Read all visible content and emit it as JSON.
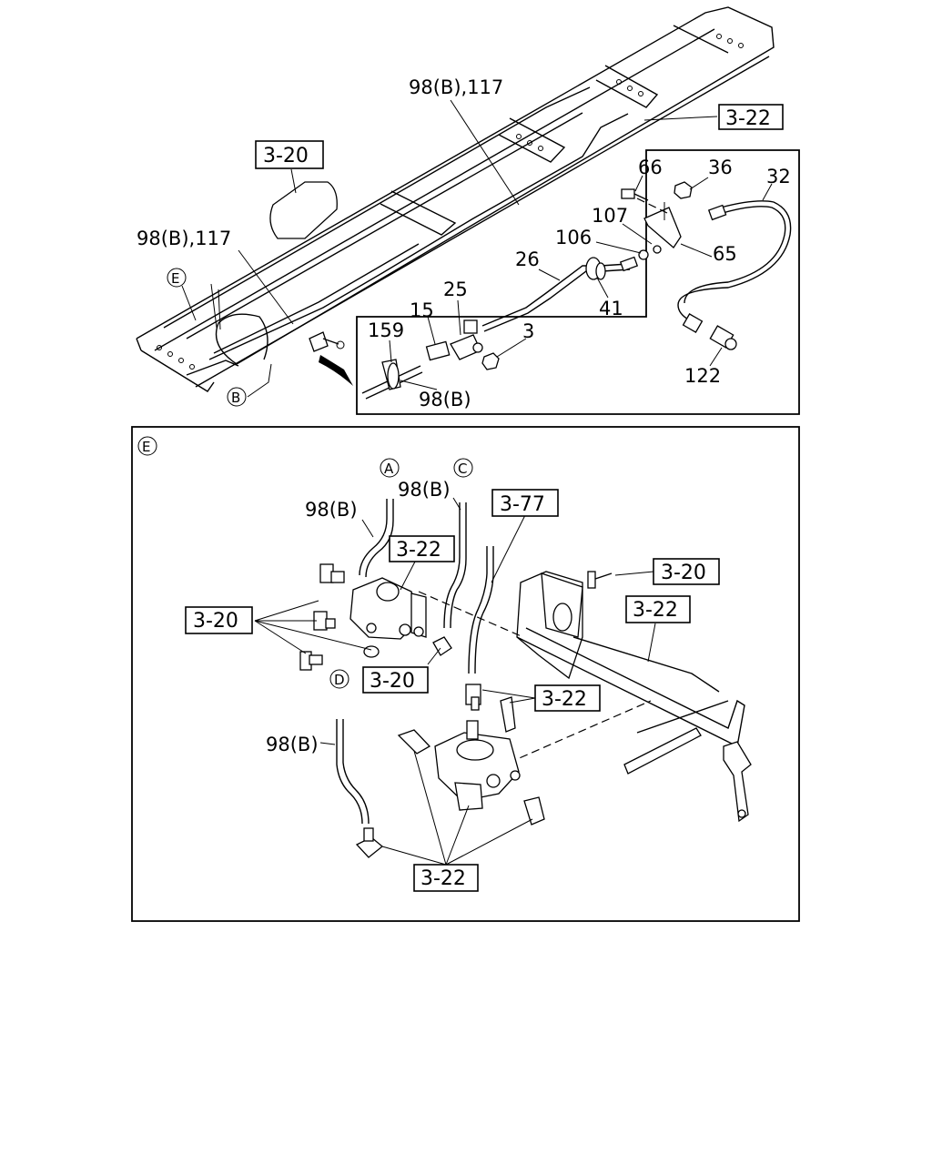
{
  "labels": {
    "top_frame_ref": "98(B),117",
    "left_frame_ref": "98(B),117",
    "ref_3_22_top": "3-22",
    "ref_3_20_top": "3-20",
    "circle_e_small": "E",
    "circle_b": "B",
    "p66": "66",
    "p36": "36",
    "p32": "32",
    "p107": "107",
    "p106": "106",
    "p65": "65",
    "p26": "26",
    "p41": "41",
    "p25": "25",
    "p15": "15",
    "p159": "159",
    "p3": "3",
    "p122": "122",
    "p98b_inset": "98(B)",
    "detail_e": "E",
    "circle_a": "A",
    "circle_c": "C",
    "circle_d": "D",
    "p98b_a": "98(B)",
    "p98b_c": "98(B)",
    "p98b_d": "98(B)",
    "ref_3_77": "3-77",
    "ref_3_22_valve": "3-22",
    "ref_3_20_bolt": "3-20",
    "ref_3_22_bracket": "3-22",
    "ref_3_20_left": "3-20",
    "ref_3_20_mid": "3-20",
    "ref_3_22_fittings": "3-22",
    "ref_3_22_bottom": "3-22"
  }
}
